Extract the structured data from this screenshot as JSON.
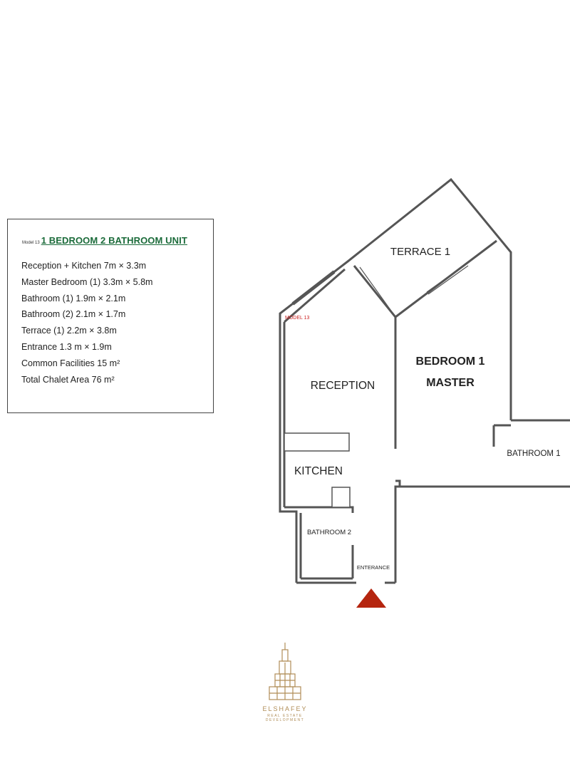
{
  "info": {
    "model_tag": "Model 13",
    "title": "1 BEDROOM 2 BATHROOM UNIT",
    "specs": [
      "Reception + Kitchen 7m × 3.3m",
      "Master Bedroom (1) 3.3m × 5.8m",
      "Bathroom (1) 1.9m × 2.1m",
      "Bathroom (2) 2.1m × 1.7m",
      "Terrace (1) 2.2m × 3.8m",
      "Entrance 1.3 m × 1.9m",
      "Common Facilities 15 m²",
      "Total Chalet Area 76 m²"
    ]
  },
  "plan": {
    "model_label": "MODEL 13",
    "rooms": {
      "terrace": "TERRACE 1",
      "bedroom_line1": "BEDROOM 1",
      "bedroom_line2": "MASTER",
      "reception": "RECEPTION",
      "kitchen": "KITCHEN",
      "bathroom1": "BATHROOM 1",
      "bathroom2": "BATHROOM 2",
      "entrance": "ENTERANCE"
    },
    "colors": {
      "wall": "#555555",
      "model_label": "#cc2222",
      "entrance_marker": "#b5250f"
    }
  },
  "logo": {
    "name": "ELSHAFEY",
    "subtitle": "REAL ESTATE DEVELOPMENT",
    "color": "#b08d57",
    "icon": "tower-icon"
  }
}
